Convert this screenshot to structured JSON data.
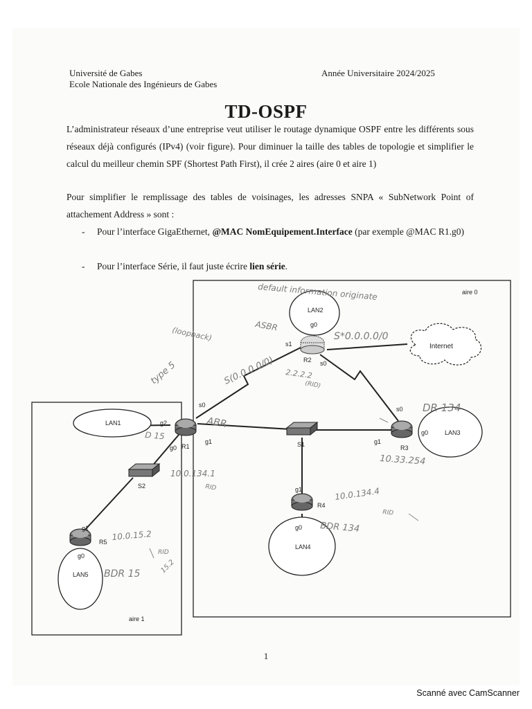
{
  "header": {
    "university": "Université de Gabes",
    "school": "Ecole Nationale des Ingénieurs de Gabes",
    "year": "Année Universitaire 2024/2025"
  },
  "title": "TD-OSPF",
  "paragraph1": "L’administrateur réseaux d’une entreprise veut utiliser le routage dynamique OSPF entre les différents sous réseaux déjà configurés (IPv4) (voir figure). Pour diminuer la taille des tables de topologie et simplifier le calcul du meilleur chemin SPF (Shortest Path First), il crée 2 aires (aire 0 et aire 1)",
  "paragraph2": "Pour simplifier le remplissage des tables de voisinages, les adresses SNPA « SubNetwork Point of attachement Address » sont :",
  "bullets": [
    {
      "dash": "-",
      "text_a": "Pour l’interface GigaEthernet, ",
      "text_bold": "@MAC NomEquipement.Interface",
      "text_b": " (par exemple @MAC R1.g0)"
    },
    {
      "dash": "-",
      "text_a": "Pour l’interface Série, il faut juste écrire ",
      "text_bold": "lien série",
      "text_b": "."
    }
  ],
  "diagram": {
    "areas": {
      "area0": "aire 0",
      "area1": "aire 1"
    },
    "lans": {
      "lan1": "LAN1",
      "lan2": "LAN2",
      "lan3": "LAN3",
      "lan4": "LAN4",
      "lan5": "LAN5"
    },
    "internet": "Internet",
    "routers": {
      "r1": "R1",
      "r2": "R2",
      "r3": "R3",
      "r4": "R4",
      "r5": "R5"
    },
    "switches": {
      "s1": "S1",
      "s2": "S2"
    },
    "interfaces": {
      "r1_s0": "s0",
      "r1_g2": "g2",
      "r1_g1": "g1",
      "r1_g0": "g0",
      "r2_g0": "g0",
      "r2_s1": "s1",
      "r2_s0": "s0",
      "r3_s0": "s0",
      "r3_g1": "g1",
      "r3_g0": "g0",
      "r4_g1": "g1",
      "r4_g0": "g0",
      "r5_g1": "g1",
      "r5_g0": "g0"
    },
    "annotations": {
      "default_info": "default information originate",
      "asbr": "ASBR",
      "loopback": "(loopback)",
      "static_route": "S*0.0.0.0/0",
      "type5": "type 5",
      "lsa_route": "S(0.0.0.0/0)",
      "r2_id": "2.2.2.2",
      "r2_rid": "(RID)",
      "abr": "ABR",
      "r1_d15": "D 15",
      "r1_ip": "10.0.134.1",
      "r1_rid": "RID",
      "dr_134": "DR 134",
      "r3_ip": "10.33.254",
      "r4_ip": "10.0.134.4",
      "r4_rid": "RID",
      "bdr_134": "BDR 134",
      "r5_ip": "10.0.15.2",
      "r5_rid": "RID",
      "r5_net": "15.2",
      "bdr_15": "BDR 15"
    }
  },
  "page_number": "1",
  "footer": "Scanné avec CamScanner"
}
